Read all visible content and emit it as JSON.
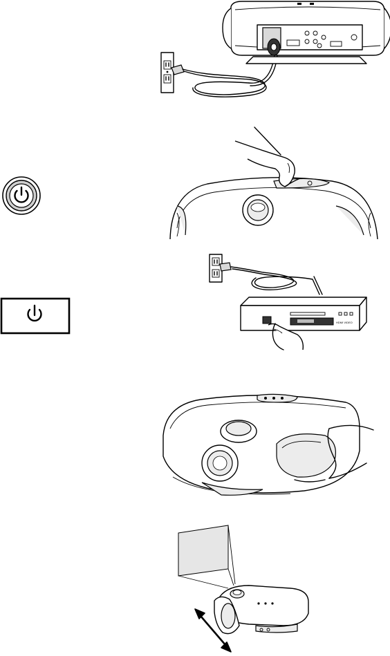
{
  "steps": [
    {
      "id": 1,
      "subject": "power-cord-connection"
    },
    {
      "id": 2,
      "subject": "projector-power-button"
    },
    {
      "id": 3,
      "subject": "source-power-on"
    },
    {
      "id": 4,
      "subject": "lens-cover-removal"
    },
    {
      "id": 5,
      "subject": "position-adjustment"
    }
  ],
  "icons": {
    "round_power_button": "power-icon",
    "square_power_button": "power-icon",
    "arrows": "double-arrow-icon"
  },
  "device_label": "HDMI VIDEO"
}
